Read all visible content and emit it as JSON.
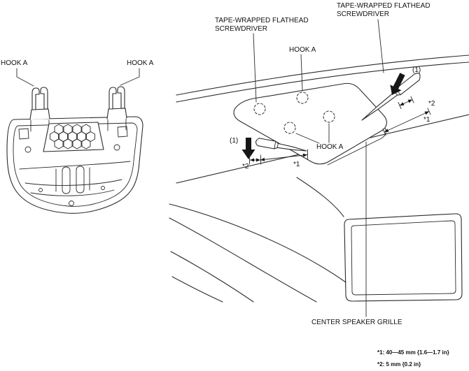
{
  "figure": {
    "left_view": {
      "hook_label_1": "HOOK A",
      "hook_label_2": "HOOK A"
    },
    "right_view": {
      "tape_label_left_line1": "TAPE-WRAPPED FLATHEAD",
      "tape_label_left_line2": "SCREWDRIVER",
      "tape_label_right_line1": "TAPE-WRAPPED FLATHEAD",
      "tape_label_right_line2": "SCREWDRIVER",
      "hook_label_top": "HOOK A",
      "hook_label_bottom": "HOOK A",
      "step_callout_left": "(1)",
      "step_callout_right": "(1)",
      "dim_label_1_left": "*1",
      "dim_label_2_left": "*2",
      "dim_label_1_right": "*1",
      "dim_label_2_right": "*2",
      "part_label": "CENTER SPEAKER GRILLE"
    },
    "footnotes": {
      "note_1": "*1: 40—45 mm {1.6—1.7 in}",
      "note_2": "*2: 5 mm {0.2 in}"
    },
    "colors": {
      "line": "#2b2b2b",
      "text": "#111111",
      "background": "#ffffff"
    }
  }
}
